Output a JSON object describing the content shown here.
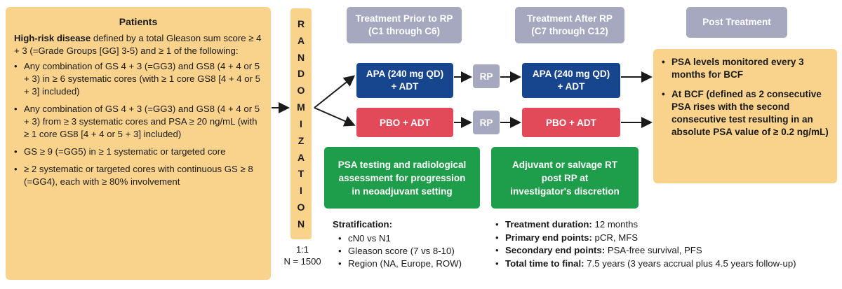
{
  "patients": {
    "title": "Patients",
    "intro_bold": "High-risk disease",
    "intro_rest": " defined by a total Gleason sum score ≥ 4 + 3 (=Grade Groups [GG] 3-5) and ≥ 1 of the following:",
    "items": [
      "Any combination of GS 4 + 3 (=GG3) and GS8 (4 + 4 or 5 + 3) in ≥ 6 systematic cores (with ≥ 1 core GS8 [4 + 4 or 5 + 3] included)",
      "Any combination of GS 4 + 3 (=GG3) and GS8 (4 + 4 or 5 + 3) from ≥ 3 systematic cores and PSA ≥ 20 ng/mL (with ≥ 1 core GS8 [4 + 4 or 5 + 3] included)",
      "GS ≥ 9 (=GG5) in ≥ 1 systematic or targeted core",
      "≥ 2 systematic or targeted cores with continuous GS ≥ 8 (=GG4), each with ≥ 80% involvement"
    ]
  },
  "randomization": {
    "letters": [
      "R",
      "A",
      "N",
      "D",
      "O",
      "M",
      "I",
      "Z",
      "A",
      "T",
      "I",
      "O",
      "N"
    ],
    "ratio": "1:1",
    "n": "N = 1500"
  },
  "headers": {
    "prior_line1": "Treatment Prior to RP",
    "prior_line2": "(C1 through C6)",
    "after_line1": "Treatment After RP",
    "after_line2": "(C7 through C12)",
    "post": "Post Treatment"
  },
  "arms": {
    "apa_line1": "APA (240 mg QD)",
    "apa_line2": "+ ADT",
    "pbo": "PBO + ADT",
    "rp": "RP"
  },
  "green": {
    "box1": [
      "PSA testing and radiological",
      "assessment for progression",
      "in neoadjuvant setting"
    ],
    "box2": [
      "Adjuvant or salvage RT",
      "post RP at",
      "investigator's discretion"
    ]
  },
  "post_treatment": {
    "items": [
      "PSA levels monitored every 3 months for BCF",
      "At BCF (defined as 2 consecutive PSA rises with the second consecutive test resulting in an absolute PSA value of ≥ 0.2 ng/mL)"
    ]
  },
  "stratification": {
    "title": "Stratification:",
    "items": [
      "cN0 vs N1",
      "Gleason score (7 vs 8-10)",
      "Region (NA, Europe, ROW)"
    ]
  },
  "details": [
    {
      "label": "Treatment duration:",
      "value": " 12 months"
    },
    {
      "label": "Primary end points:",
      "value": " pCR, MFS"
    },
    {
      "label": "Secondary end points:",
      "value": " PSA-free survival, PFS"
    },
    {
      "label": "Total time to final:",
      "value": " 7.5 years (3 years accrual plus 4.5 years follow-up)"
    }
  ],
  "colors": {
    "yellow": "#f9d38c",
    "navy": "#17468f",
    "red": "#e24a5a",
    "grey": "#a6a8c0",
    "green": "#1e9e4a"
  }
}
